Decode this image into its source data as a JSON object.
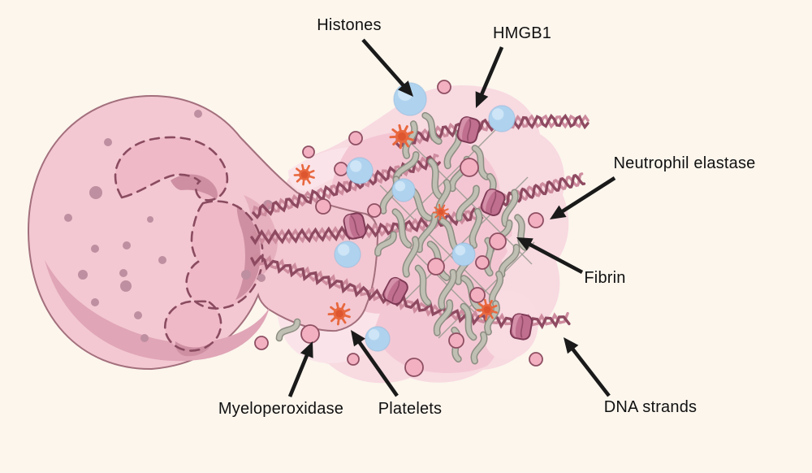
{
  "components": [
    {
      "label": "Histones",
      "shape": "blue-sphere",
      "color": "#AFD3EF"
    },
    {
      "label": "HMGB1",
      "shape": "magenta-capsule",
      "color": "#C06F8E"
    },
    {
      "label": "Neutrophil elastase",
      "shape": "small-pink-circle",
      "color": "#F2AEBF"
    },
    {
      "label": "Fibrin",
      "shape": "gray-wavy-mesh",
      "color": "#BFBFB4"
    },
    {
      "label": "Myeloperoxidase",
      "shape": "small-pink-circle",
      "color": "#F2AEBF"
    },
    {
      "label": "Platelets",
      "shape": "orange-starburst",
      "color": "#E8683F"
    },
    {
      "label": "DNA strands",
      "shape": "double-helix",
      "color": "#8E4A61"
    }
  ],
  "colors": {
    "background": "#FCF6ED",
    "cell_body": "#F3C8D2",
    "cell_outline": "#A36F7D",
    "cell_shadow": "#E0A5B7",
    "neck_shadow": "#E3ABBC",
    "nucleus_fill": "#EFB9C7",
    "nucleus_outline": "#8A4B60",
    "nucleus_shadow": "#CE8FA3",
    "granule": "#BE8FA0",
    "cloud_main": "#F8DAE1",
    "cloud_light": "#FAE4E9",
    "cloud_dark": "#F4C6D3",
    "cloud_dark2": "#F3C8D4",
    "cloud_pale": "#F9DBE2",
    "dna_dark": "#8E4A61",
    "dna_light": "#CE8C9F",
    "fibrin_fill": "#BFBFB4",
    "fibrin_outline": "#8D8D82",
    "mesh_line": "#9C9C92",
    "histone_blue": "#AFD3EF",
    "histone_highlight": "#D2E7F7",
    "histone_edge": "#95BCDE",
    "vesicle_pink": "#F2B0C1",
    "vesicle_outline": "#8F4F63",
    "platelet_orange": "#E8683F",
    "platelet_core": "#DD5630",
    "hmgb1_fill": "#C06F8E",
    "hmgb1_light": "#D795AC",
    "hmgb1_outline": "#7E3A55",
    "arrow": "#1A1A1A",
    "label_text": "#111111"
  }
}
